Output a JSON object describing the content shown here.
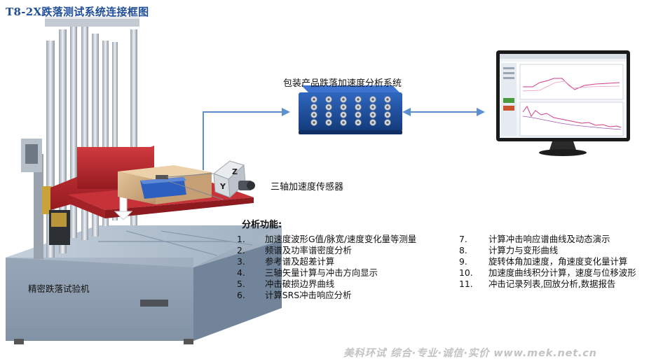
{
  "title": "T8-2X跌落测试系统连接框图",
  "labels": {
    "daq_system": "包装产品跌落加速度分析系统",
    "sensor": "三轴加速度传感器",
    "machine": "精密跌落试验机"
  },
  "features": {
    "heading": "分析功能:",
    "left": [
      {
        "num": "1.",
        "text": "加速度波形G值/脉宽/速度变化量等测量"
      },
      {
        "num": "2.",
        "text": "频谱及功率谱密度分析"
      },
      {
        "num": "3.",
        "text": "参考谱及超差计算"
      },
      {
        "num": "4.",
        "text": "三轴矢量计算与冲击方向显示"
      },
      {
        "num": "5.",
        "text": "冲击破损边界曲线"
      },
      {
        "num": "6.",
        "text": "计算SRS冲击响应分析"
      }
    ],
    "right": [
      {
        "num": "7.",
        "text": "计算冲击响应谱曲线及动态演示"
      },
      {
        "num": "8.",
        "text": "计算力与变形曲线"
      },
      {
        "num": "9.",
        "text": "旋转体角加速度，角速度变化量计算"
      },
      {
        "num": "10.",
        "text": "加速度曲线积分计算，速度与位移波形"
      },
      {
        "num": "11.",
        "text": "冲击记录列表,回放分析,数据报告"
      }
    ]
  },
  "sensor_axes": {
    "z": "Z",
    "y": "Y"
  },
  "watermark": "美科环试 综合·专业·诚信·实价 www.mek.net.cn",
  "colors": {
    "title": "#1f4e9a",
    "connector": "#5b8fd1",
    "daq_body": "#1d4e9e",
    "carriage": "#b8262b",
    "platform": "#8e9fb2"
  }
}
